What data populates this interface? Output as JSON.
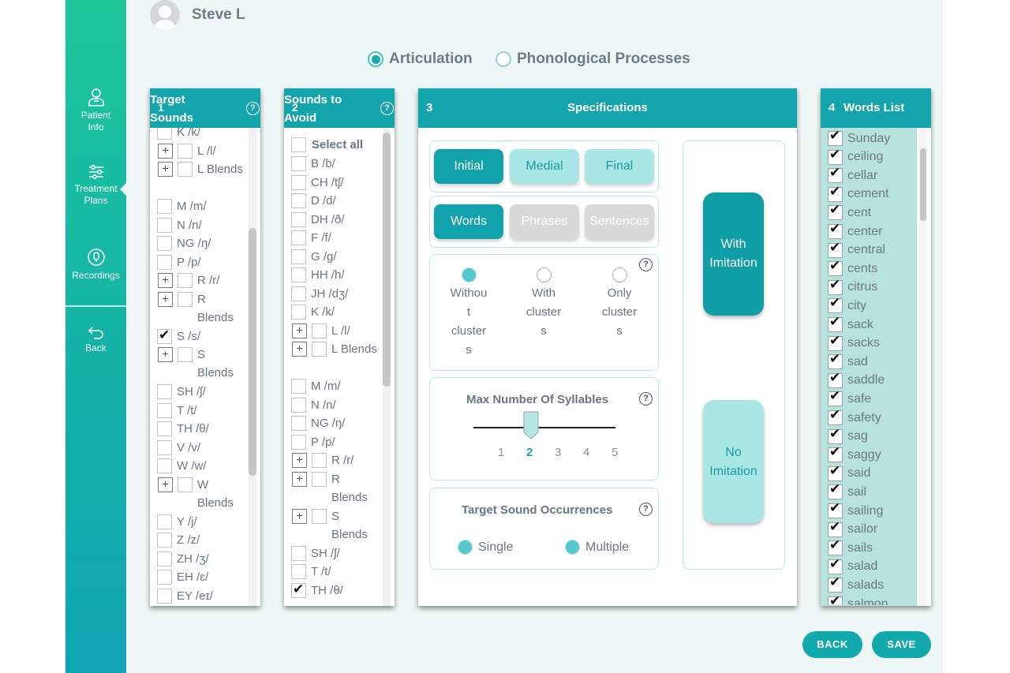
{
  "user": {
    "name": "Steve L"
  },
  "sidebar": {
    "items": [
      {
        "label": "Patient Info",
        "icon": "user-icon"
      },
      {
        "label": "Treatment Plans",
        "icon": "sliders-icon"
      },
      {
        "label": "Recordings",
        "icon": "recording-icon"
      },
      {
        "label": "Back",
        "icon": "back-arrow-icon"
      }
    ]
  },
  "mode": {
    "options": [
      {
        "label": "Articulation",
        "selected": true
      },
      {
        "label": "Phonological Processes",
        "selected": false
      }
    ]
  },
  "target_sounds": {
    "number": "1",
    "title": "Target Sounds",
    "help": "?",
    "items": [
      {
        "label": "K /k/",
        "checked": false,
        "expandable": false
      },
      {
        "label": "L /l/",
        "checked": false,
        "expandable": true
      },
      {
        "label": "L Blends",
        "checked": false,
        "expandable": true
      },
      {
        "label": "M /m/",
        "checked": false,
        "expandable": false
      },
      {
        "label": "N /n/",
        "checked": false,
        "expandable": false
      },
      {
        "label": "NG /ŋ/",
        "checked": false,
        "expandable": false
      },
      {
        "label": "P /p/",
        "checked": false,
        "expandable": false
      },
      {
        "label": "R /r/",
        "checked": false,
        "expandable": true
      },
      {
        "label": "R Blends",
        "checked": false,
        "expandable": true
      },
      {
        "label": "S /s/",
        "checked": true,
        "expandable": false
      },
      {
        "label": "S Blends",
        "checked": false,
        "expandable": true
      },
      {
        "label": "SH /ʃ/",
        "checked": false,
        "expandable": false
      },
      {
        "label": "T /t/",
        "checked": false,
        "expandable": false
      },
      {
        "label": "TH /θ/",
        "checked": false,
        "expandable": false
      },
      {
        "label": "V /v/",
        "checked": false,
        "expandable": false
      },
      {
        "label": "W /w/",
        "checked": false,
        "expandable": false
      },
      {
        "label": "W Blends",
        "checked": false,
        "expandable": true
      },
      {
        "label": "Y /j/",
        "checked": false,
        "expandable": false
      },
      {
        "label": "Z /z/",
        "checked": false,
        "expandable": false
      },
      {
        "label": "ZH /ʒ/",
        "checked": false,
        "expandable": false
      },
      {
        "label": "EH /ɛ/",
        "checked": false,
        "expandable": false
      },
      {
        "label": "EY /eɪ/",
        "checked": false,
        "expandable": false
      }
    ]
  },
  "avoid_sounds": {
    "number": "2",
    "title": "Sounds to Avoid",
    "help": "?",
    "select_all": "Select all",
    "items": [
      {
        "label": "B /b/",
        "checked": false,
        "expandable": false
      },
      {
        "label": "CH /tʃ/",
        "checked": false,
        "expandable": false
      },
      {
        "label": "D /d/",
        "checked": false,
        "expandable": false
      },
      {
        "label": "DH /ð/",
        "checked": false,
        "expandable": false
      },
      {
        "label": "F /f/",
        "checked": false,
        "expandable": false
      },
      {
        "label": "G /g/",
        "checked": false,
        "expandable": false
      },
      {
        "label": "HH /h/",
        "checked": false,
        "expandable": false
      },
      {
        "label": "JH /dʒ/",
        "checked": false,
        "expandable": false
      },
      {
        "label": "K /k/",
        "checked": false,
        "expandable": false
      },
      {
        "label": "L /l/",
        "checked": false,
        "expandable": true
      },
      {
        "label": "L Blends",
        "checked": false,
        "expandable": true
      },
      {
        "label": "M /m/",
        "checked": false,
        "expandable": false
      },
      {
        "label": "N /n/",
        "checked": false,
        "expandable": false
      },
      {
        "label": "NG /ŋ/",
        "checked": false,
        "expandable": false
      },
      {
        "label": "P /p/",
        "checked": false,
        "expandable": false
      },
      {
        "label": "R /r/",
        "checked": false,
        "expandable": true
      },
      {
        "label": "R Blends",
        "checked": false,
        "expandable": true
      },
      {
        "label": "S Blends",
        "checked": false,
        "expandable": true
      },
      {
        "label": "SH /ʃ/",
        "checked": false,
        "expandable": false
      },
      {
        "label": "T /t/",
        "checked": false,
        "expandable": false
      },
      {
        "label": "TH /θ/",
        "checked": true,
        "expandable": false
      }
    ]
  },
  "specs": {
    "number": "3",
    "title": "Specifications",
    "positions": [
      {
        "label": "Initial",
        "state": "active"
      },
      {
        "label": "Medial",
        "state": "light"
      },
      {
        "label": "Final",
        "state": "light"
      }
    ],
    "units": [
      {
        "label": "Words",
        "state": "active"
      },
      {
        "label": "Phrases",
        "state": "off"
      },
      {
        "label": "Sentences",
        "state": "off"
      }
    ],
    "clusters": {
      "help": "?",
      "options": [
        {
          "lines": [
            "Withou",
            "t",
            "cluster",
            "s"
          ],
          "selected": true
        },
        {
          "lines": [
            "With",
            "cluster",
            "s"
          ],
          "selected": false
        },
        {
          "lines": [
            "Only",
            "cluster",
            "s"
          ],
          "selected": false
        }
      ]
    },
    "syllables": {
      "title": "Max Number Of Syllables",
      "help": "?",
      "ticks": [
        "1",
        "2",
        "3",
        "4",
        "5"
      ],
      "value": 2,
      "min": 1,
      "max": 5
    },
    "occurrences": {
      "title": "Target Sound Occurrences",
      "help": "?",
      "options": [
        {
          "label": "Single",
          "selected": true
        },
        {
          "label": "Multiple",
          "selected": true
        }
      ]
    },
    "imitation": [
      {
        "label_1": "With",
        "label_2": "Imitation",
        "state": "active"
      },
      {
        "label_1": "No",
        "label_2": "Imitation",
        "state": "light"
      }
    ]
  },
  "words": {
    "number": "4",
    "title": "Words List",
    "items": [
      "Sunday",
      "ceiling",
      "cellar",
      "cement",
      "cent",
      "center",
      "central",
      "cents",
      "citrus",
      "city",
      "sack",
      "sacks",
      "sad",
      "saddle",
      "safe",
      "safety",
      "sag",
      "saggy",
      "said",
      "sail",
      "sailing",
      "sailor",
      "sails",
      "salad",
      "salads",
      "salmon"
    ]
  },
  "actions": {
    "back": "BACK",
    "save": "SAVE"
  },
  "colors": {
    "teal": "#13a4ac",
    "light_teal": "#a9e6e6",
    "sidebar_top": "#1dc79a",
    "sidebar_bottom": "#0ea6b3"
  }
}
